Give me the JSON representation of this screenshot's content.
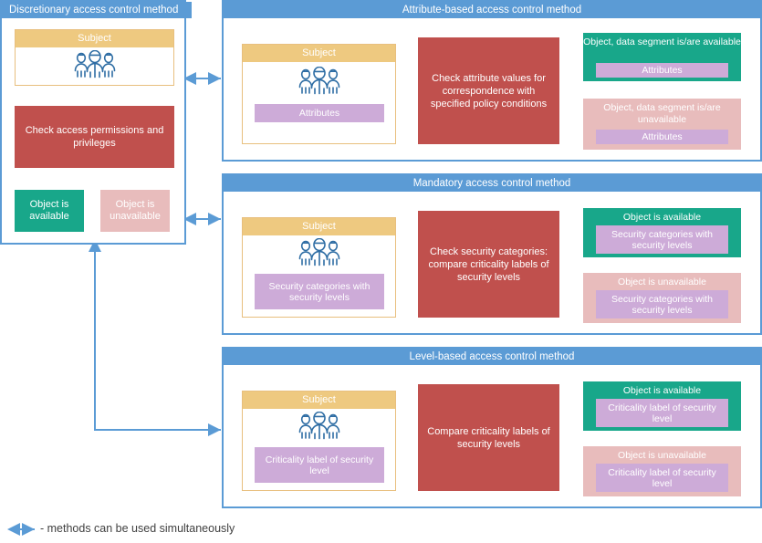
{
  "legend": {
    "arrow_icon": "double-headed-arrow-icon",
    "text": "- methods can be used simultaneously"
  },
  "colors": {
    "panel_border": "#5b9bd5",
    "panel_header": "#5b9bd5",
    "subject_header": "#eec980",
    "subject_border": "#e8bf7e",
    "process": "#c0504d",
    "available": "#18a78a",
    "unavailable": "#e8bcbc",
    "chip": "#cdabd8",
    "connector": "#5b9bd5",
    "flow_arrow": "#808080"
  },
  "panels": {
    "dac": {
      "title": "Discretionary access control method",
      "subject": {
        "label": "Subject",
        "icon": "people-group-icon"
      },
      "process": "Check access permissions and privileges",
      "results": [
        {
          "label": "Object is available",
          "state": "available"
        },
        {
          "label": "Object is unavailable",
          "state": "unavailable"
        }
      ]
    },
    "abac": {
      "title": "Attribute-based access control method",
      "subject": {
        "label": "Subject",
        "icon": "people-group-icon",
        "chip": "Attributes"
      },
      "process": "Check attribute values for correspondence with specified policy conditions",
      "results": [
        {
          "label": "Object, data segment is/are available",
          "chip": "Attributes",
          "state": "available"
        },
        {
          "label": "Object, data segment is/are unavailable",
          "chip": "Attributes",
          "state": "unavailable"
        }
      ]
    },
    "mac": {
      "title": "Mandatory access control method",
      "subject": {
        "label": "Subject",
        "icon": "people-group-icon",
        "chip": "Security categories with security levels"
      },
      "process": "Check security categories: compare criticality labels of security levels",
      "results": [
        {
          "label": "Object is available",
          "chip": "Security categories with security levels",
          "state": "available"
        },
        {
          "label": "Object is unavailable",
          "chip": "Security categories with security levels",
          "state": "unavailable"
        }
      ]
    },
    "lbac": {
      "title": "Level-based access control method",
      "subject": {
        "label": "Subject",
        "icon": "people-group-icon",
        "chip": "Criticality label of security level"
      },
      "process": "Compare criticality labels of security levels",
      "results": [
        {
          "label": "Object is available",
          "chip": "Criticality label of security level",
          "state": "available"
        },
        {
          "label": "Object is unavailable",
          "chip": "Criticality label of security level",
          "state": "unavailable"
        }
      ]
    }
  }
}
